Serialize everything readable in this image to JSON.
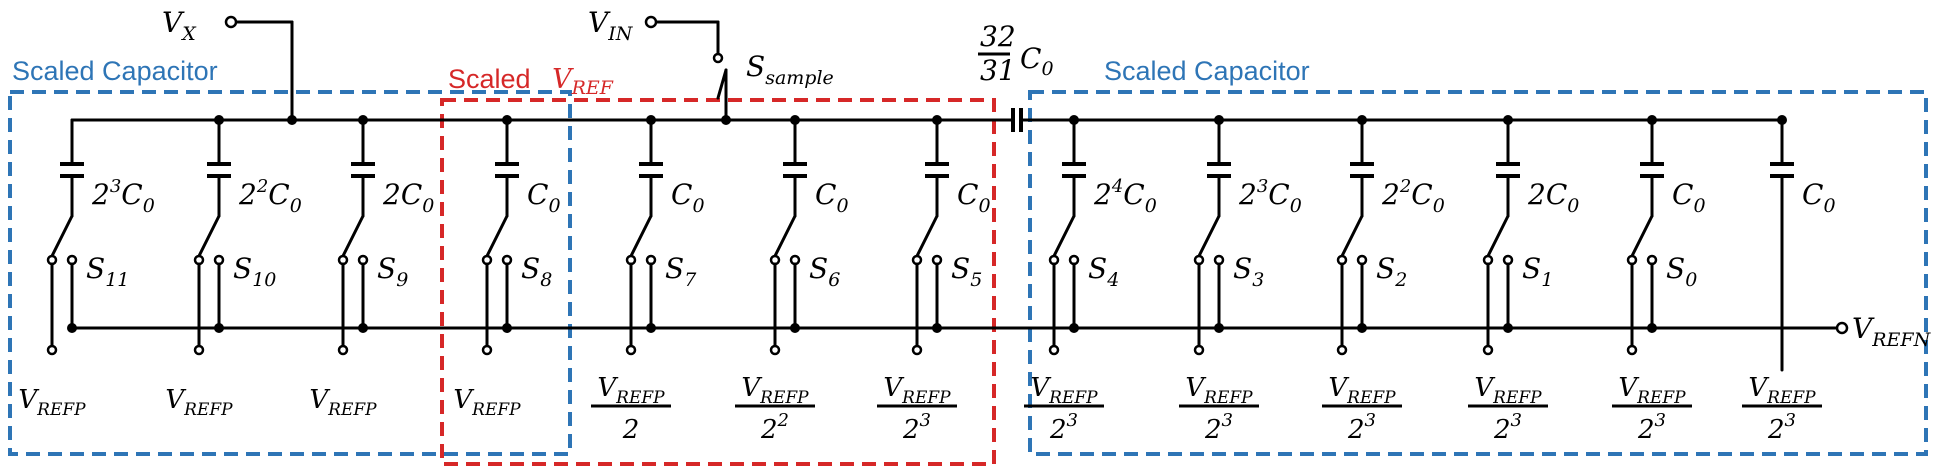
{
  "top_labels": {
    "vx": "V",
    "vx_sub": "X",
    "vin": "V",
    "vin_sub": "IN",
    "switch_sample": "S",
    "switch_sample_sub": "sample",
    "vrefn": "V",
    "vrefn_sub": "REFN"
  },
  "groups": {
    "left_label": "Scaled Capacitor",
    "middle_label": "Scaled",
    "middle_label_math": "V",
    "middle_label_math_sub": "REF",
    "right_label": "Scaled Capacitor",
    "colors": {
      "scaled_capacitor": "#2e75b6",
      "scaled_vref": "#d62828"
    }
  },
  "bridge_cap": {
    "num": "32",
    "den": "31",
    "cap": "C",
    "cap_sub": "0"
  },
  "branches": [
    {
      "cap_coef": "2",
      "cap_exp": "3",
      "cap_sym": "C",
      "cap_sub": "0",
      "sw": "S",
      "sw_sub": "11",
      "ref_main": "V",
      "ref_sub": "REFP",
      "ref_den": "",
      "ref_den_exp": ""
    },
    {
      "cap_coef": "2",
      "cap_exp": "2",
      "cap_sym": "C",
      "cap_sub": "0",
      "sw": "S",
      "sw_sub": "10",
      "ref_main": "V",
      "ref_sub": "REFP",
      "ref_den": "",
      "ref_den_exp": ""
    },
    {
      "cap_coef": "2",
      "cap_exp": "",
      "cap_sym": "C",
      "cap_sub": "0",
      "sw": "S",
      "sw_sub": "9",
      "ref_main": "V",
      "ref_sub": "REFP",
      "ref_den": "",
      "ref_den_exp": ""
    },
    {
      "cap_coef": "",
      "cap_exp": "",
      "cap_sym": "C",
      "cap_sub": "0",
      "sw": "S",
      "sw_sub": "8",
      "ref_main": "V",
      "ref_sub": "REFP",
      "ref_den": "",
      "ref_den_exp": ""
    },
    {
      "cap_coef": "",
      "cap_exp": "",
      "cap_sym": "C",
      "cap_sub": "0",
      "sw": "S",
      "sw_sub": "7",
      "ref_main": "V",
      "ref_sub": "REFP",
      "ref_den": "2",
      "ref_den_exp": ""
    },
    {
      "cap_coef": "",
      "cap_exp": "",
      "cap_sym": "C",
      "cap_sub": "0",
      "sw": "S",
      "sw_sub": "6",
      "ref_main": "V",
      "ref_sub": "REFP",
      "ref_den": "2",
      "ref_den_exp": "2"
    },
    {
      "cap_coef": "",
      "cap_exp": "",
      "cap_sym": "C",
      "cap_sub": "0",
      "sw": "S",
      "sw_sub": "5",
      "ref_main": "V",
      "ref_sub": "REFP",
      "ref_den": "2",
      "ref_den_exp": "3"
    },
    {
      "cap_coef": "2",
      "cap_exp": "4",
      "cap_sym": "C",
      "cap_sub": "0",
      "sw": "S",
      "sw_sub": "4",
      "ref_main": "V",
      "ref_sub": "REFP",
      "ref_den": "2",
      "ref_den_exp": "3"
    },
    {
      "cap_coef": "2",
      "cap_exp": "3",
      "cap_sym": "C",
      "cap_sub": "0",
      "sw": "S",
      "sw_sub": "3",
      "ref_main": "V",
      "ref_sub": "REFP",
      "ref_den": "2",
      "ref_den_exp": "3"
    },
    {
      "cap_coef": "2",
      "cap_exp": "2",
      "cap_sym": "C",
      "cap_sub": "0",
      "sw": "S",
      "sw_sub": "2",
      "ref_main": "V",
      "ref_sub": "REFP",
      "ref_den": "2",
      "ref_den_exp": "3"
    },
    {
      "cap_coef": "2",
      "cap_exp": "",
      "cap_sym": "C",
      "cap_sub": "0",
      "sw": "S",
      "sw_sub": "1",
      "ref_main": "V",
      "ref_sub": "REFP",
      "ref_den": "2",
      "ref_den_exp": "3"
    },
    {
      "cap_coef": "",
      "cap_exp": "",
      "cap_sym": "C",
      "cap_sub": "0",
      "sw": "S",
      "sw_sub": "0",
      "ref_main": "V",
      "ref_sub": "REFP",
      "ref_den": "2",
      "ref_den_exp": "3"
    },
    {
      "cap_coef": "",
      "cap_exp": "",
      "cap_sym": "C",
      "cap_sub": "0",
      "sw": "",
      "sw_sub": "",
      "ref_main": "V",
      "ref_sub": "REFP",
      "ref_den": "2",
      "ref_den_exp": "3"
    }
  ]
}
